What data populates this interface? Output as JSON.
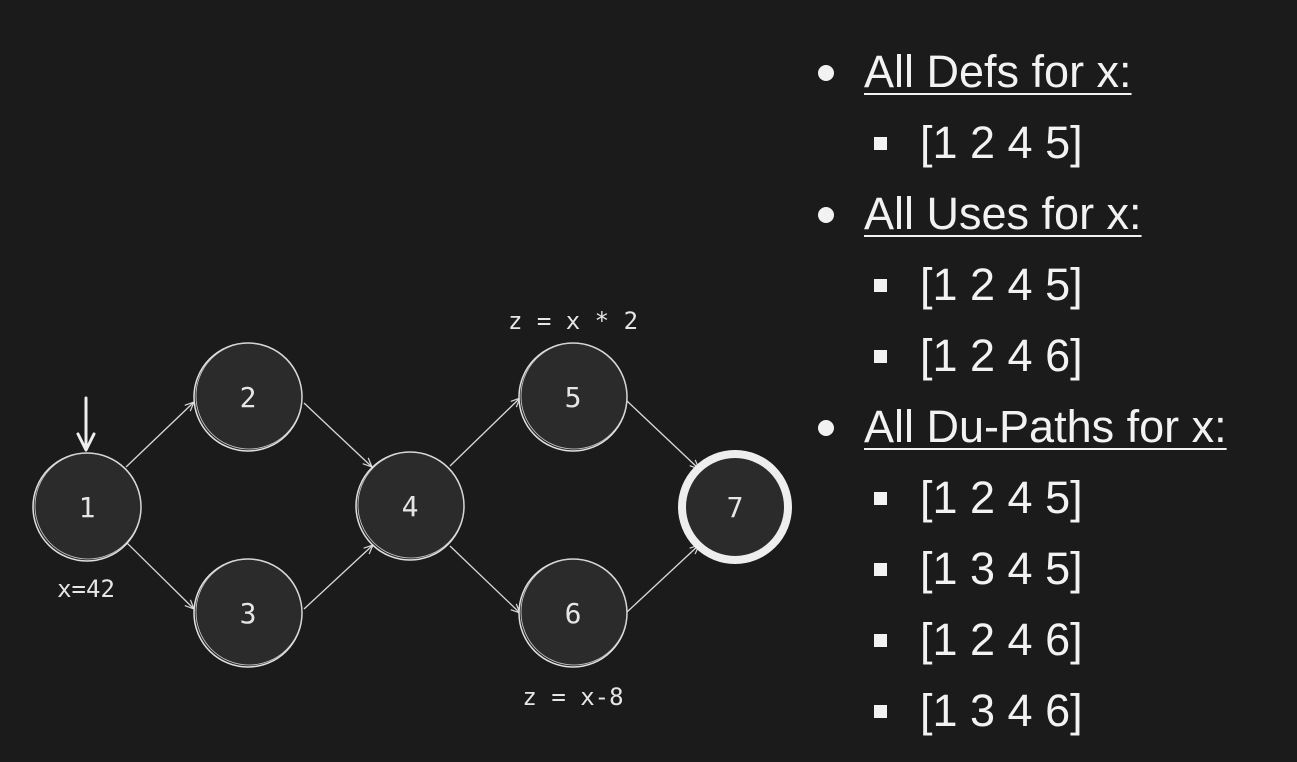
{
  "diagram": {
    "nodes": [
      {
        "id": "n1",
        "label": "1"
      },
      {
        "id": "n2",
        "label": "2"
      },
      {
        "id": "n3",
        "label": "3"
      },
      {
        "id": "n4",
        "label": "4"
      },
      {
        "id": "n5",
        "label": "5"
      },
      {
        "id": "n6",
        "label": "6"
      },
      {
        "id": "n7",
        "label": "7"
      }
    ],
    "edges": [
      [
        "n1",
        "n2"
      ],
      [
        "n1",
        "n3"
      ],
      [
        "n2",
        "n4"
      ],
      [
        "n3",
        "n4"
      ],
      [
        "n4",
        "n5"
      ],
      [
        "n4",
        "n6"
      ],
      [
        "n5",
        "n7"
      ],
      [
        "n6",
        "n7"
      ]
    ],
    "start_node": "n1",
    "final_node": "n7",
    "annotations": {
      "node1": "x=42",
      "node5": "z = x * 2",
      "node6": "z = x-8"
    }
  },
  "lists": {
    "defs": {
      "title": "All Defs for x:",
      "items": [
        "[1 2 4 5]"
      ]
    },
    "uses": {
      "title": "All Uses for x:",
      "items": [
        "[1 2 4 5]",
        "[1 2 4 6]"
      ]
    },
    "du_paths": {
      "title": "All Du-Paths for x:",
      "items": [
        "[1 2 4 5]",
        "[1 3 4 5]",
        "[1 2 4 6]",
        "[1 3 4 6]"
      ]
    }
  }
}
